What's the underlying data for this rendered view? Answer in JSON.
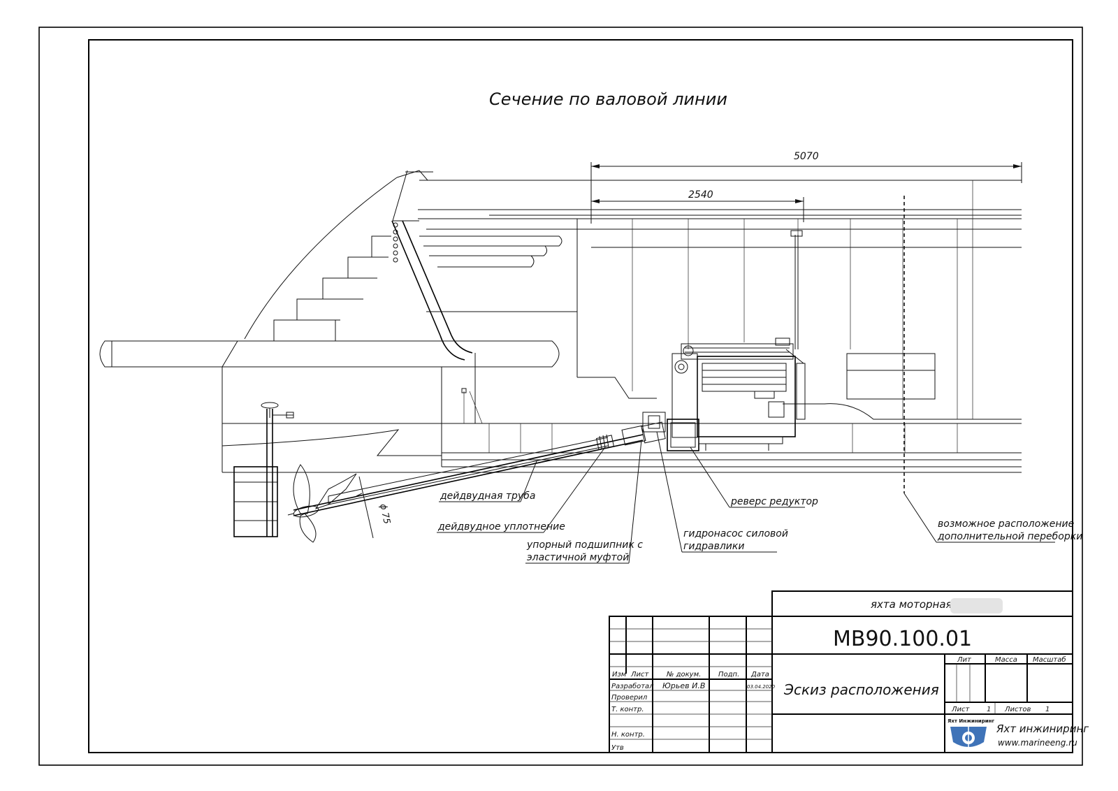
{
  "drawing_title": "Сечение по валовой линии",
  "dimensions": {
    "overall": "5070",
    "half": "2540",
    "shaft_diameter": "ϕ 75"
  },
  "callouts": {
    "stern_tube": "дейдвудная труба",
    "stern_seal": "дейдвудное уплотнение",
    "thrust_bearing_1": "упорный подшипник с",
    "thrust_bearing_2": "эластичной муфтой",
    "hydro_pump_1": "гидронасос силовой",
    "hydro_pump_2": "гидравлики",
    "reverse_gear": "реверс редуктор",
    "bulkhead_1": "возможное расположение",
    "bulkhead_2": "дополнительной переборки"
  },
  "title_block": {
    "product": "яхта моторная",
    "code": "МВ90.100.01",
    "document_name": "Эскиз расположения",
    "headers": {
      "izm": "Изм",
      "list": "Лист",
      "doc_no": "№ докум.",
      "sign": "Подп.",
      "date": "Дата"
    },
    "roles": {
      "developed": "Разработал",
      "checked": "Проверил",
      "t_control": "Т. контр.",
      "n_control": "Н. контр.",
      "approved": "Утв"
    },
    "developer_name": "Юрьев И.В",
    "developer_date": "03.04.2020",
    "lit": "Лит",
    "mass": "Масса",
    "scale": "Масштаб",
    "sheet_label": "Лист",
    "sheet_no": "1",
    "sheets_label": "Листов",
    "sheets_total": "1",
    "logo_small": "Яхт Инжиниринг",
    "company": "Яхт инжиниринг",
    "website": "www.marineeng.ru"
  },
  "colors": {
    "line": "#111111",
    "logo_blue": "#3f73b8"
  }
}
